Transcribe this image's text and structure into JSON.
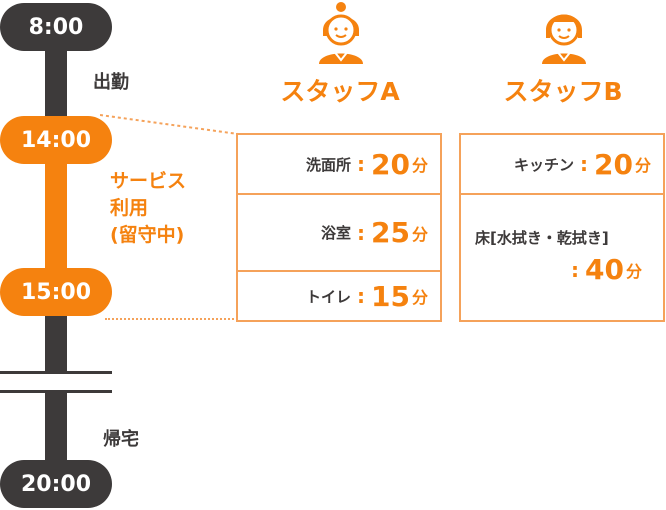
{
  "timeline": {
    "t1": "8:00",
    "t2": "14:00",
    "t3": "15:00",
    "t4": "20:00",
    "arrive": "出勤",
    "service_line1": "サービス",
    "service_line2": "利用",
    "service_line3": "(留守中)",
    "return": "帰宅"
  },
  "staff_a": {
    "title": "スタッフA",
    "tasks": [
      {
        "name": "洗面所",
        "colon": ":",
        "num": "20",
        "unit": "分"
      },
      {
        "name": "浴室",
        "colon": ":",
        "num": "25",
        "unit": "分"
      },
      {
        "name": "トイレ",
        "colon": ":",
        "num": "15",
        "unit": "分"
      }
    ]
  },
  "staff_b": {
    "title": "スタッフB",
    "tasks": [
      {
        "name": "キッチン",
        "colon": ":",
        "num": "20",
        "unit": "分"
      },
      {
        "name": "床[水拭き・乾拭き]",
        "colon": ":",
        "num": "40",
        "unit": "分"
      }
    ]
  },
  "colors": {
    "orange": "#f5820f",
    "dark": "#3d3a3a",
    "border": "#f5a25a"
  },
  "icons": [
    "staff-a-avatar-icon",
    "staff-b-avatar-icon"
  ]
}
